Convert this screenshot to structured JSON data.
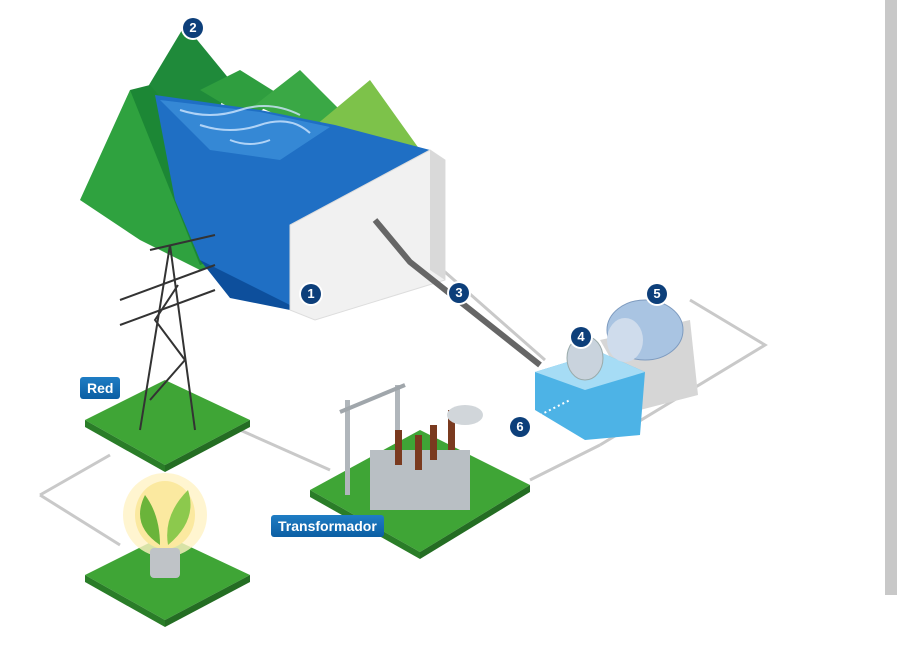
{
  "labels": {
    "grid": "Red",
    "transformer": "Transformador"
  },
  "markers": [
    "1",
    "2",
    "3",
    "4",
    "5",
    "6"
  ],
  "colors": {
    "water": "#1f6fc4",
    "grass": "#3fa536",
    "badge": "#0d3f7a",
    "tag": "#1470b8"
  }
}
